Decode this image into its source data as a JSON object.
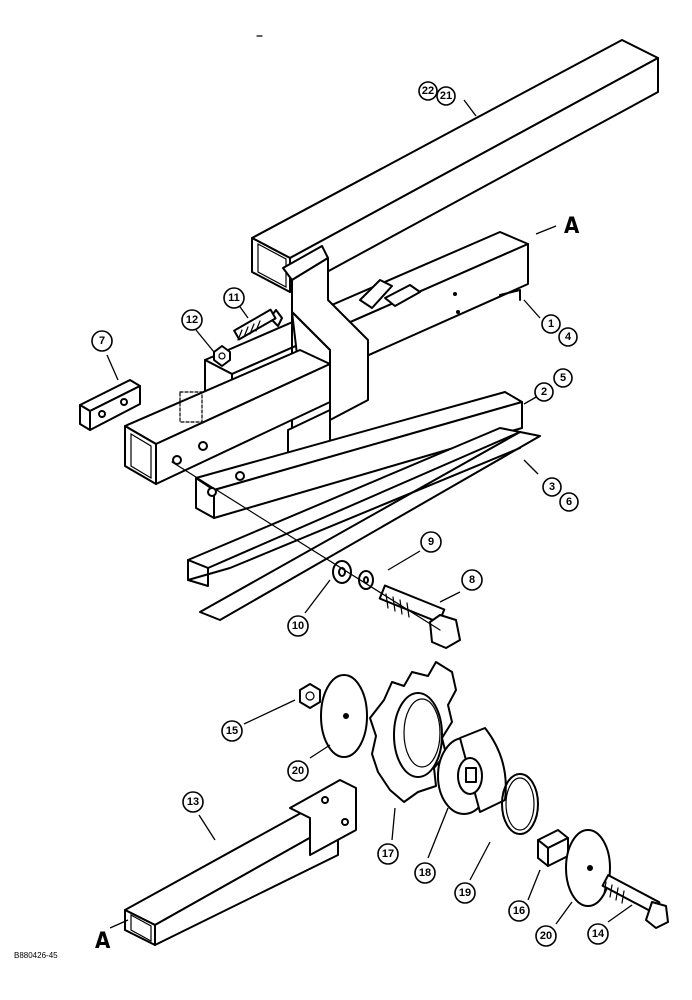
{
  "figure_id": "B880426-45",
  "section_letter_top": "A",
  "section_letter_bottom": "A",
  "callouts": {
    "c1": "1",
    "c2": "2",
    "c3": "3",
    "c4": "4",
    "c5": "5",
    "c6": "6",
    "c7": "7",
    "c8": "8",
    "c9": "9",
    "c10": "10",
    "c11": "11",
    "c12": "12",
    "c13": "13",
    "c14": "14",
    "c15": "15",
    "c16": "16",
    "c17": "17",
    "c18": "18",
    "c19": "19",
    "c20a": "20",
    "c20b": "20",
    "c21": "21",
    "c22": "22"
  }
}
